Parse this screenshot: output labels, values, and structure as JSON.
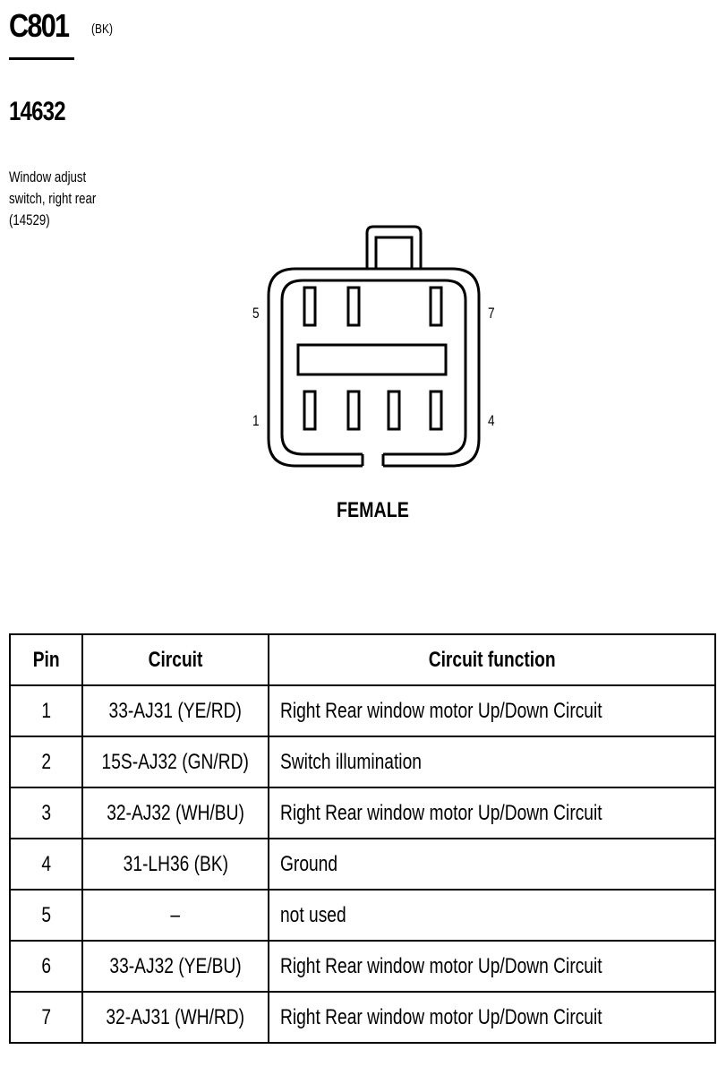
{
  "connector": {
    "id": "C801",
    "color_code": "(BK)",
    "part_number": "14632",
    "description_lines": [
      "Window adjust",
      "switch, right rear",
      "(14529)"
    ]
  },
  "diagram": {
    "pin_labels": {
      "top_left": "5",
      "top_right": "7",
      "bottom_left": "1",
      "bottom_right": "4"
    },
    "gender": "FEMALE"
  },
  "table": {
    "headers": {
      "pin": "Pin",
      "circuit": "Circuit",
      "function": "Circuit function"
    },
    "rows": [
      {
        "pin": "1",
        "circuit": "33-AJ31 (YE/RD)",
        "function": "Right Rear window motor Up/Down Circuit"
      },
      {
        "pin": "2",
        "circuit": "15S-AJ32 (GN/RD)",
        "function": "Switch illumination"
      },
      {
        "pin": "3",
        "circuit": "32-AJ32 (WH/BU)",
        "function": "Right Rear window motor Up/Down Circuit"
      },
      {
        "pin": "4",
        "circuit": "31-LH36 (BK)",
        "function": "Ground"
      },
      {
        "pin": "5",
        "circuit": "–",
        "function": "not used"
      },
      {
        "pin": "6",
        "circuit": "33-AJ32 (YE/BU)",
        "function": "Right Rear window motor Up/Down Circuit"
      },
      {
        "pin": "7",
        "circuit": "32-AJ31 (WH/RD)",
        "function": "Right Rear window motor Up/Down Circuit"
      }
    ]
  }
}
